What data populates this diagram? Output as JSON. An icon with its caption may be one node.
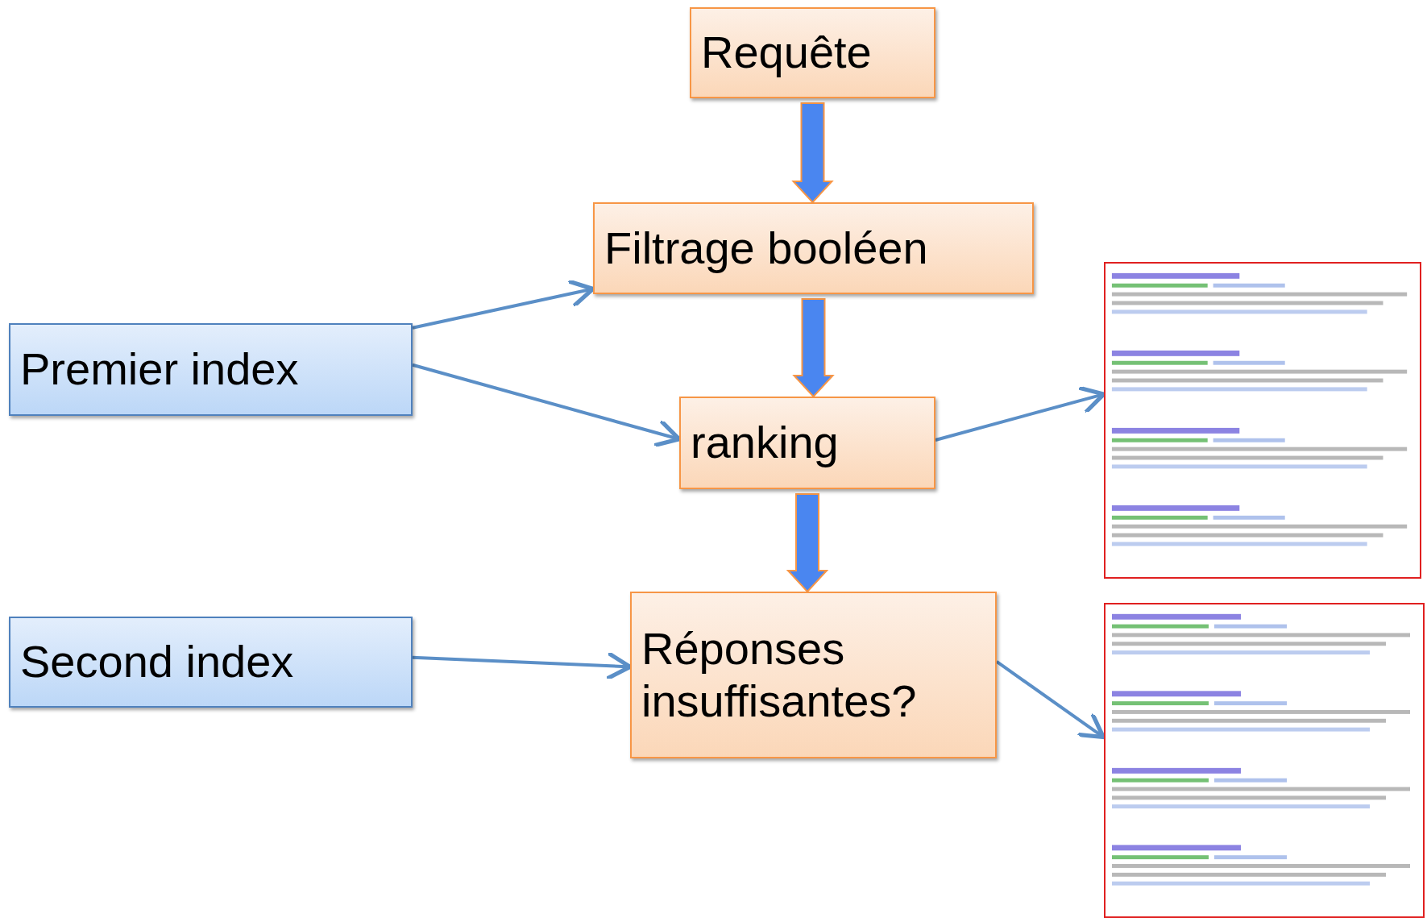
{
  "diagram": {
    "nodes": [
      {
        "text": [
          "Requête"
        ]
      },
      {
        "text": [
          "Filtrage booléen"
        ]
      },
      {
        "text": [
          "ranking"
        ]
      },
      {
        "text": [
          "Réponses insuffisantes?"
        ]
      },
      {
        "text": [
          "Premier index"
        ]
      },
      {
        "text": [
          "Second index"
        ]
      },
      {
        "text": [],
        "shape": "picture"
      },
      {
        "text": [],
        "shape": "picture"
      }
    ],
    "edges": [
      {
        "from": 0,
        "to": 1,
        "arrow": "to",
        "style": "thick",
        "color": "#4a86f0"
      },
      {
        "from": 1,
        "to": 2,
        "arrow": "to",
        "style": "thick",
        "color": "#4a86f0"
      },
      {
        "from": 2,
        "to": 3,
        "arrow": "to",
        "style": "thick",
        "color": "#4a86f0"
      },
      {
        "from": 4,
        "to": 1,
        "arrow": "to"
      },
      {
        "from": 4,
        "to": 2,
        "arrow": "to"
      },
      {
        "from": 2,
        "to": 6,
        "arrow": "to"
      },
      {
        "from": 5,
        "to": 3,
        "arrow": "to"
      },
      {
        "from": 3,
        "to": 7,
        "arrow": "to"
      }
    ]
  }
}
